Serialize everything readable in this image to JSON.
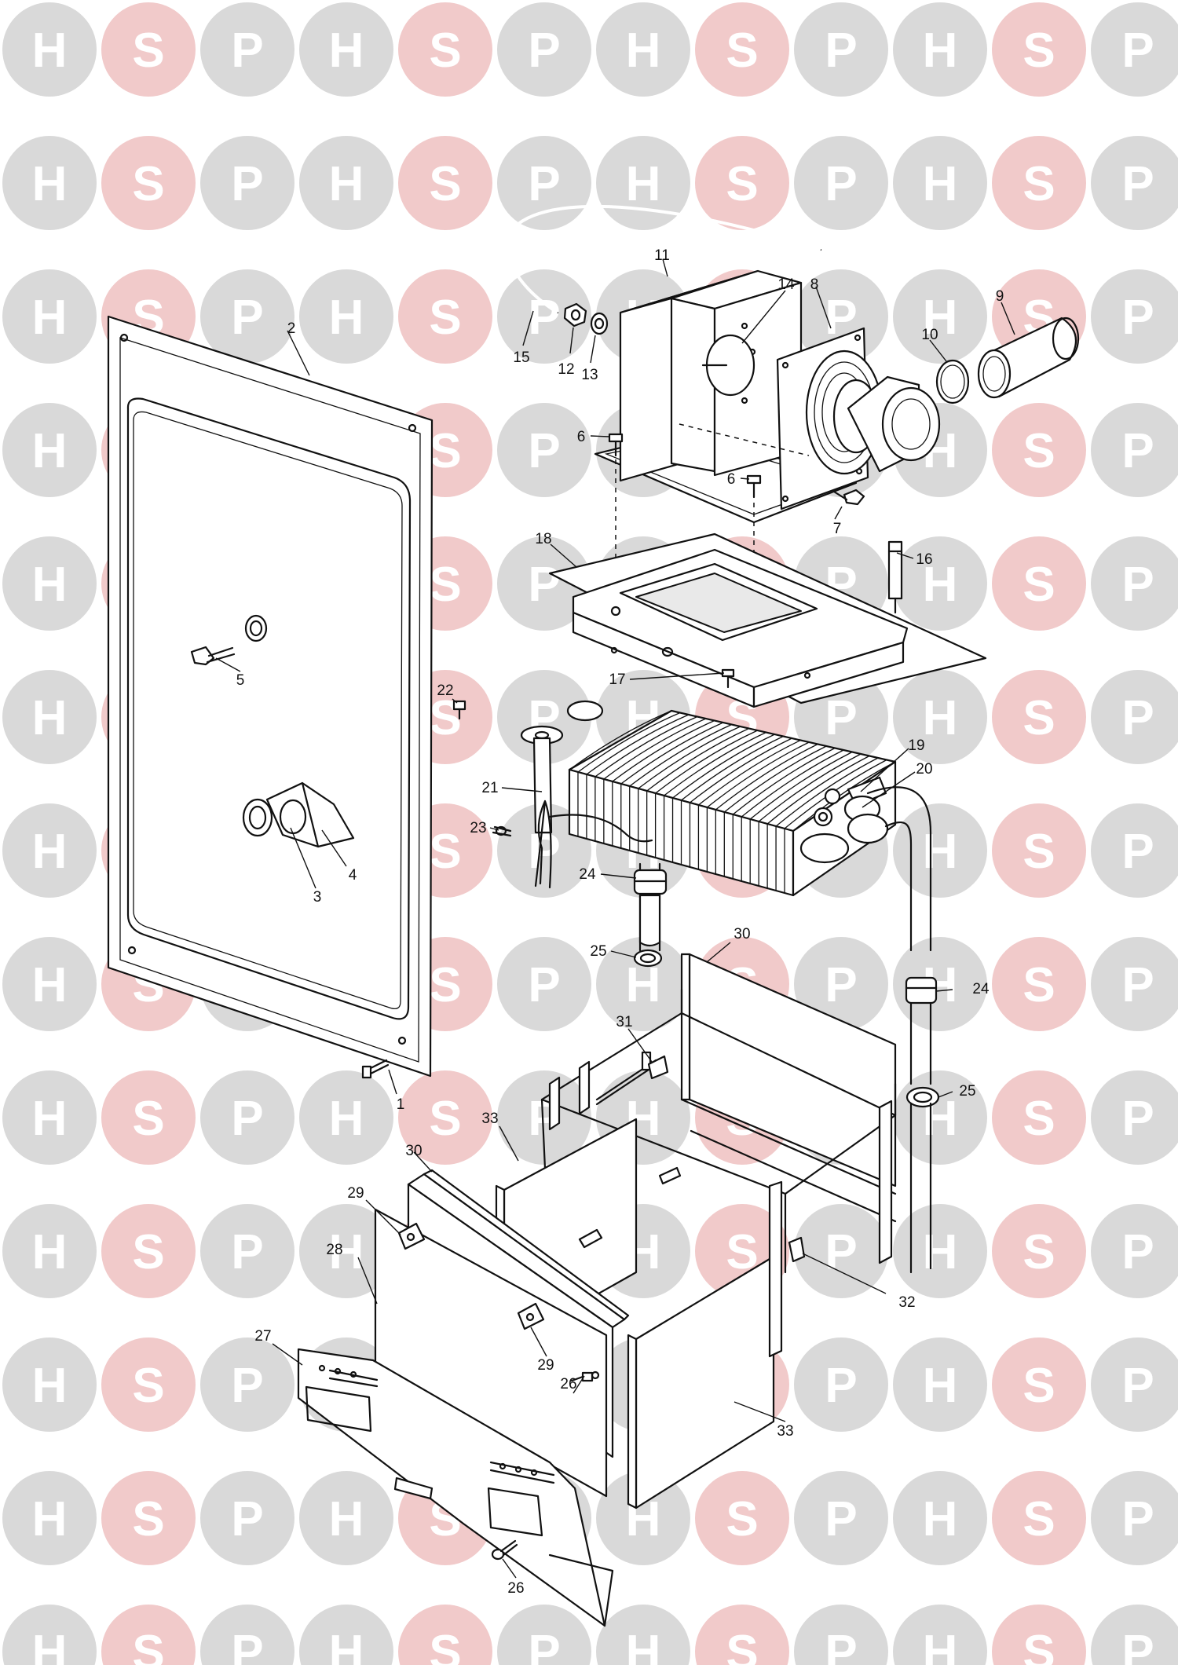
{
  "watermark": {
    "letters": [
      "H",
      "S",
      "P"
    ],
    "colors": {
      "grey": "#d9d9d9",
      "red": "#f1caca",
      "letter": "#ffffff"
    }
  },
  "diagram": {
    "type": "exploded-parts-diagram",
    "parts": [
      {
        "id": "label-1",
        "number": "1"
      },
      {
        "id": "label-2",
        "number": "2"
      },
      {
        "id": "label-3",
        "number": "3"
      },
      {
        "id": "label-4",
        "number": "4"
      },
      {
        "id": "label-5",
        "number": "5"
      },
      {
        "id": "label-6a",
        "number": "6"
      },
      {
        "id": "label-6b",
        "number": "6"
      },
      {
        "id": "label-7",
        "number": "7"
      },
      {
        "id": "label-8",
        "number": "8"
      },
      {
        "id": "label-9",
        "number": "9"
      },
      {
        "id": "label-10",
        "number": "10"
      },
      {
        "id": "label-11",
        "number": "11"
      },
      {
        "id": "label-12",
        "number": "12"
      },
      {
        "id": "label-13",
        "number": "13"
      },
      {
        "id": "label-14",
        "number": "14"
      },
      {
        "id": "label-15",
        "number": "15"
      },
      {
        "id": "label-16",
        "number": "16"
      },
      {
        "id": "label-17",
        "number": "17"
      },
      {
        "id": "label-18",
        "number": "18"
      },
      {
        "id": "label-19",
        "number": "19"
      },
      {
        "id": "label-20",
        "number": "20"
      },
      {
        "id": "label-21",
        "number": "21"
      },
      {
        "id": "label-22",
        "number": "22"
      },
      {
        "id": "label-23",
        "number": "23"
      },
      {
        "id": "label-24a",
        "number": "24"
      },
      {
        "id": "label-24b",
        "number": "24"
      },
      {
        "id": "label-25a",
        "number": "25"
      },
      {
        "id": "label-25b",
        "number": "25"
      },
      {
        "id": "label-26a",
        "number": "26"
      },
      {
        "id": "label-26b",
        "number": "26"
      },
      {
        "id": "label-27",
        "number": "27"
      },
      {
        "id": "label-28",
        "number": "28"
      },
      {
        "id": "label-29a",
        "number": "29"
      },
      {
        "id": "label-29b",
        "number": "29"
      },
      {
        "id": "label-30a",
        "number": "30"
      },
      {
        "id": "label-30b",
        "number": "30"
      },
      {
        "id": "label-31",
        "number": "31"
      },
      {
        "id": "label-32",
        "number": "32"
      },
      {
        "id": "label-33a",
        "number": "33"
      },
      {
        "id": "label-33b",
        "number": "33"
      }
    ]
  }
}
